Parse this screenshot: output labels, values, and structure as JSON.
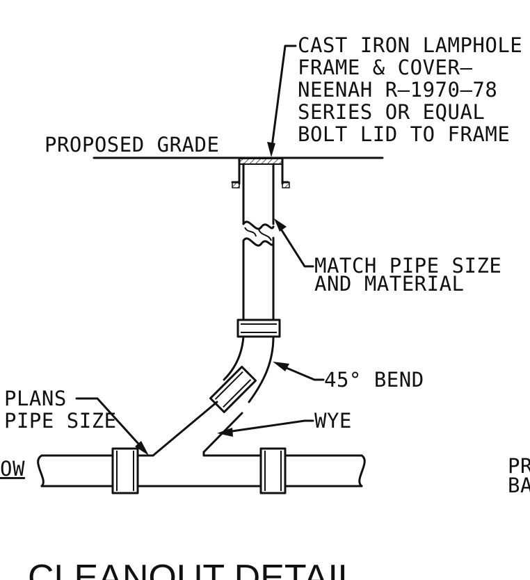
{
  "callouts": {
    "lamphole": [
      "CAST IRON LAMPHOLE",
      "FRAME & COVER–",
      "NEENAH R–1970–78",
      "SERIES OR EQUAL",
      "BOLT LID TO FRAME"
    ],
    "grade": "PROPOSED GRADE",
    "match_pipe": [
      "MATCH PIPE SIZE",
      "AND MATERIAL"
    ],
    "bend": "45° BEND",
    "wye": "WYE",
    "plans": [
      "PLANS",
      "PIPE SIZE"
    ],
    "flow_partial": "OW",
    "right_partial": [
      "PR",
      "BA"
    ]
  },
  "title": "CLEANOUT DETAIL"
}
